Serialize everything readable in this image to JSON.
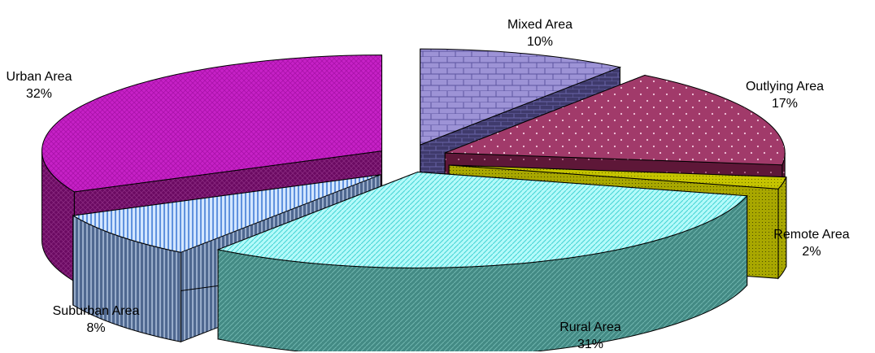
{
  "chart_data": {
    "type": "pie",
    "variant": "3d-exploded",
    "title": "",
    "slices": [
      {
        "name": "Mixed Area",
        "value": 10,
        "label_value": "10%",
        "top_color": "#9d93d6",
        "side_color": "#3f3a6c"
      },
      {
        "name": "Outlying Area",
        "value": 17,
        "label_value": "17%",
        "top_color": "#a13a6a",
        "side_color": "#5e1738"
      },
      {
        "name": "Remote Area",
        "value": 2,
        "label_value": "2%",
        "top_color": "#c5c400",
        "side_color": "#7a7a00"
      },
      {
        "name": "Rural Area",
        "value": 31,
        "label_value": "31%",
        "top_color": "#b4fafa",
        "side_color": "#438a84"
      },
      {
        "name": "Suburban Area",
        "value": 8,
        "label_value": "8%",
        "top_color": "#d3e6ff",
        "side_color": "#4f6890"
      },
      {
        "name": "Urban Area",
        "value": 32,
        "label_value": "32%",
        "top_color": "#c621c6",
        "side_color": "#6b0a62"
      }
    ],
    "legend": "none",
    "data_labels": "outside, name and percent"
  }
}
